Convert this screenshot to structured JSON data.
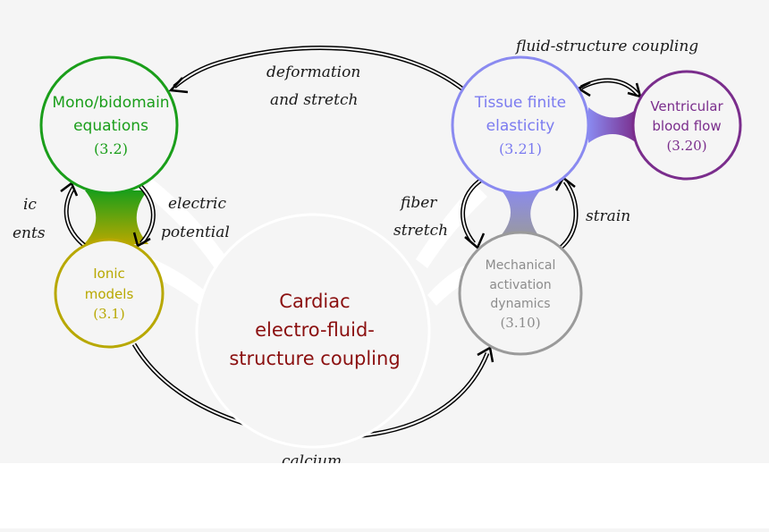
{
  "nodes": {
    "mono": {
      "line1": "Mono/bidomain",
      "line2": "equations",
      "ref": "(3.2)",
      "color": "#1a9e1a"
    },
    "ionic": {
      "line1": "Ionic",
      "line2": "models",
      "ref": "(3.1)",
      "color": "#b8a800"
    },
    "center": {
      "line1": "Cardiac",
      "line2": "electro-fluid-",
      "line3": "structure coupling",
      "color": "#8b1010"
    },
    "tissue": {
      "line1": "Tissue finite",
      "line2": "elasticity",
      "ref": "(3.21)",
      "color": "#7b7bf0"
    },
    "ventricular": {
      "line1": "Ventricular",
      "line2": "blood flow",
      "ref": "(3.20)",
      "color": "#7a2d8c"
    },
    "mechanical": {
      "line1": "Mechanical",
      "line2": "activation",
      "line3": "dynamics",
      "ref": "(3.10)",
      "color": "#8c8c8c"
    }
  },
  "labels": {
    "fsc": "fluid-structure coupling",
    "deformation1": "deformation",
    "deformation2": "and stretch",
    "electric1": "electric",
    "electric2": "potential",
    "ionic_cut1": "ic",
    "ionic_cut2": "ents",
    "fiber1": "fiber",
    "fiber2": "stretch",
    "strain": "strain",
    "calcium": "calcium"
  }
}
